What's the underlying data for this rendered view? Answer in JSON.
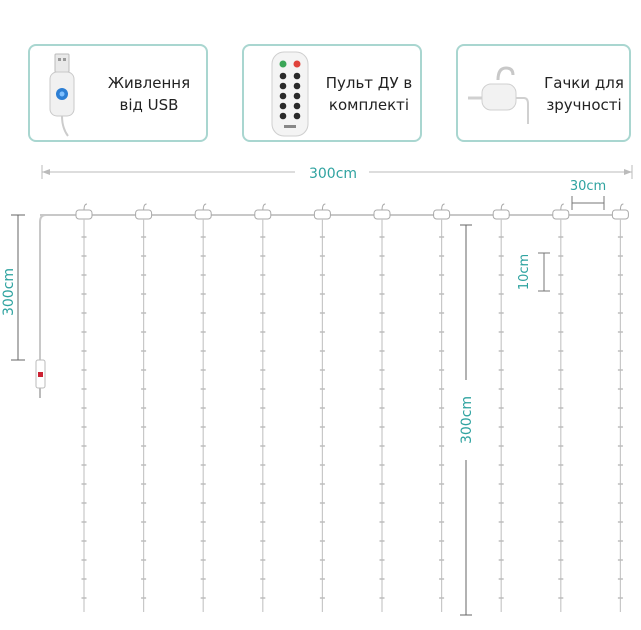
{
  "features": [
    {
      "label": "Живлення\nвід USB",
      "icon": "usb-plug-icon"
    },
    {
      "label": "Пульт ДУ в\nкомплекті",
      "icon": "remote-control-icon"
    },
    {
      "label": "Гачки для\nзручності",
      "icon": "hook-icon"
    }
  ],
  "dimensions": {
    "total_width": "300cm",
    "strand_spacing": "30cm",
    "lead_length": "300cm",
    "bulb_spacing": "10cm",
    "strand_length": "300cm"
  },
  "colors": {
    "accent": "#2fa3a0",
    "card_border": "#a9d6d0",
    "wire": "#c8c8c8"
  },
  "strand_count": 10
}
